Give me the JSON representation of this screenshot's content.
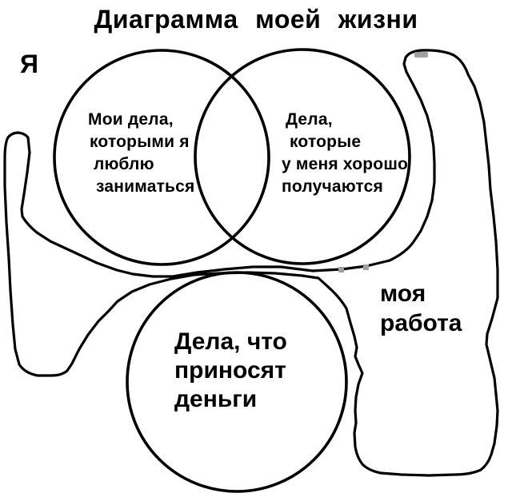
{
  "title": "Диаграмма моей жизни",
  "labels": {
    "me": "Я",
    "work_line1": "моя",
    "work_line2": "работа"
  },
  "circles": {
    "love": {
      "name": "дела, которые я люблю",
      "lines": [
        "Мои дела,",
        "которыми я",
        "люблю",
        "заниматься"
      ]
    },
    "good": {
      "name": "дела, которые хорошо получаются",
      "lines": [
        "Дела,",
        "которые",
        "у меня хорошо",
        "получаются"
      ]
    },
    "money": {
      "name": "дела, что приносят деньги",
      "lines": [
        "Дела, что",
        "приносят",
        "деньги"
      ]
    }
  },
  "colors": {
    "ink": "#000000",
    "background": "#ffffff",
    "artifact": "#a0a0a0"
  }
}
